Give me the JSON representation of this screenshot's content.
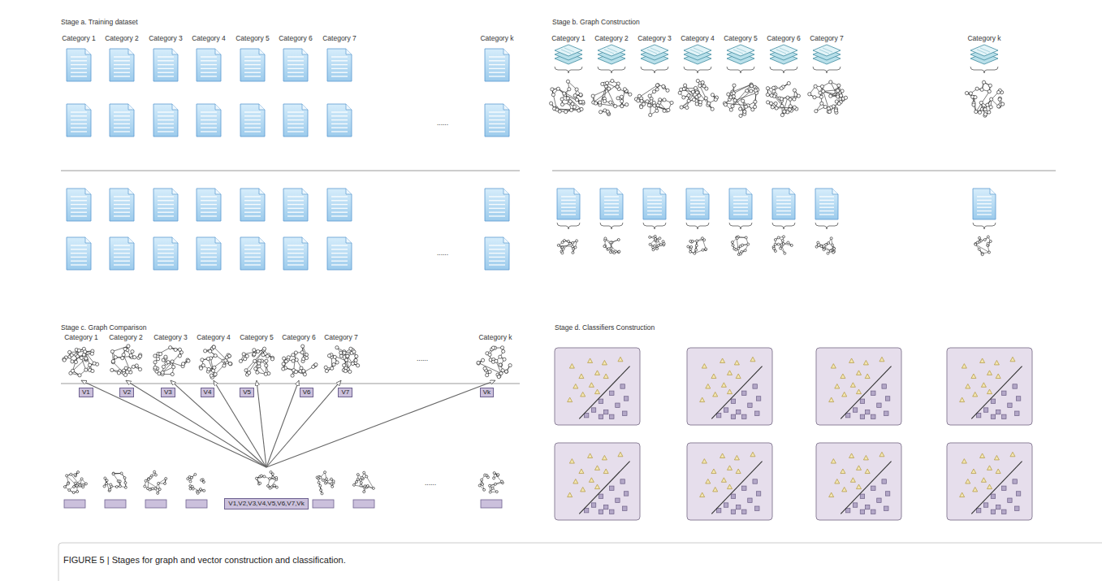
{
  "diagram": {
    "caption": "FIGURE 5 | Stages for graph and vector construction and classification.",
    "nodes": [
      {
        "text": [
          "Category 1"
        ]
      },
      {
        "text": [
          "Category 2"
        ]
      },
      {
        "text": [
          "Category 3"
        ]
      },
      {
        "text": [
          "Category 4"
        ]
      },
      {
        "text": [
          "Category 5"
        ]
      },
      {
        "text": [
          "Category 6"
        ]
      },
      {
        "text": [
          "Category 7"
        ]
      },
      {
        "text": [
          "Category k"
        ]
      },
      {
        "text": [
          "V1"
        ]
      },
      {
        "text": [
          "V2"
        ]
      },
      {
        "text": [
          "V3"
        ]
      },
      {
        "text": [
          "V4"
        ]
      },
      {
        "text": [
          "V5"
        ]
      },
      {
        "text": [
          "V6"
        ]
      },
      {
        "text": [
          "V7"
        ]
      },
      {
        "text": [
          "Vk"
        ]
      },
      {
        "text": [
          "V1,V2,V3,V4,V5,V6,V7,Vk"
        ]
      }
    ],
    "edges": [
      {
        "from": 16,
        "to": 0,
        "arrow": "to"
      },
      {
        "from": 16,
        "to": 1,
        "arrow": "to"
      },
      {
        "from": 16,
        "to": 2,
        "arrow": "to"
      },
      {
        "from": 16,
        "to": 3,
        "arrow": "to"
      },
      {
        "from": 16,
        "to": 4,
        "arrow": "to"
      },
      {
        "from": 16,
        "to": 5,
        "arrow": "to"
      },
      {
        "from": 16,
        "to": 6,
        "arrow": "to"
      },
      {
        "from": 16,
        "to": 7,
        "arrow": "to"
      }
    ],
    "labels": [
      "Stage a. Training dataset",
      "Category 1",
      "Category 2",
      "Category 3",
      "Category 4",
      "Category 5",
      "Category 6",
      "Category 7",
      "Category k",
      "Stage b. Graph Construction",
      "Category 1",
      "Category 2",
      "Category 3",
      "Category 4",
      "Category 5",
      "Category 6",
      "Category 7",
      "Category k",
      "......",
      "......",
      "Stage c. Graph Comparison",
      "......",
      "......",
      "Stage d. Classifiers Construction"
    ]
  }
}
